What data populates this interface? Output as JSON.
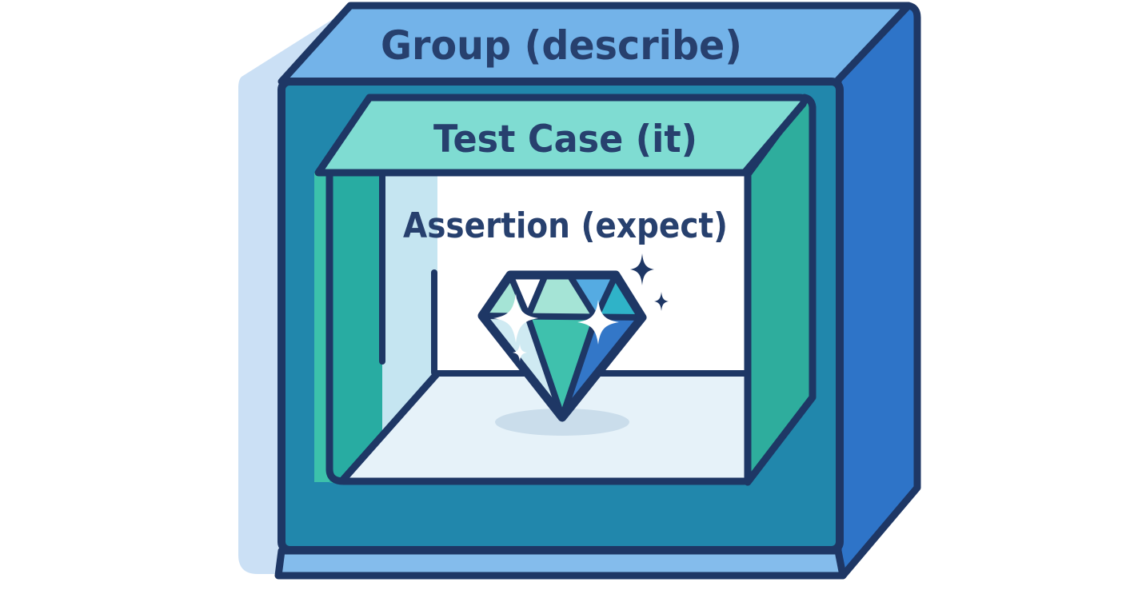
{
  "diagram": {
    "outer_box": {
      "label": "Group (describe)"
    },
    "middle_box": {
      "label": "Test Case (it)"
    },
    "inner_panel": {
      "label": "Assertion (expect)"
    }
  },
  "icons": {
    "diamond": "diamond-gem-icon",
    "navy_sparkles": "sparkle-icon",
    "white_sparkles": "shine-sparkle-icon"
  },
  "colors": {
    "outline_navy": "#1E3765",
    "text_navy": "#27406E",
    "outer_top_face": "#73B3E9",
    "outer_right_face": "#2E74C8",
    "outer_bottom_face": "#84BCEC",
    "outer_front_face": "#2187AC",
    "drop_shadow": "#CBE0F5",
    "banner_mint": "#7FDCD2",
    "left_wall_lip_green": "#3CC1AB",
    "left_wall_green": "#28ACA2",
    "right_wall_green": "#2EAD9D",
    "wall_lightblue": "#C5E5F1",
    "back_wall_white": "#FFFFFF",
    "floor_pale_blue": "#E6F2F9",
    "floor_shadow": "#CADDEB",
    "gem_mint": "#A5E4D6",
    "gem_sky": "#55ABE2",
    "gem_teal": "#2FB3C8",
    "gem_pale": "#CFEAF2",
    "gem_green": "#3FC1AD",
    "gem_blue": "#3377C8"
  }
}
